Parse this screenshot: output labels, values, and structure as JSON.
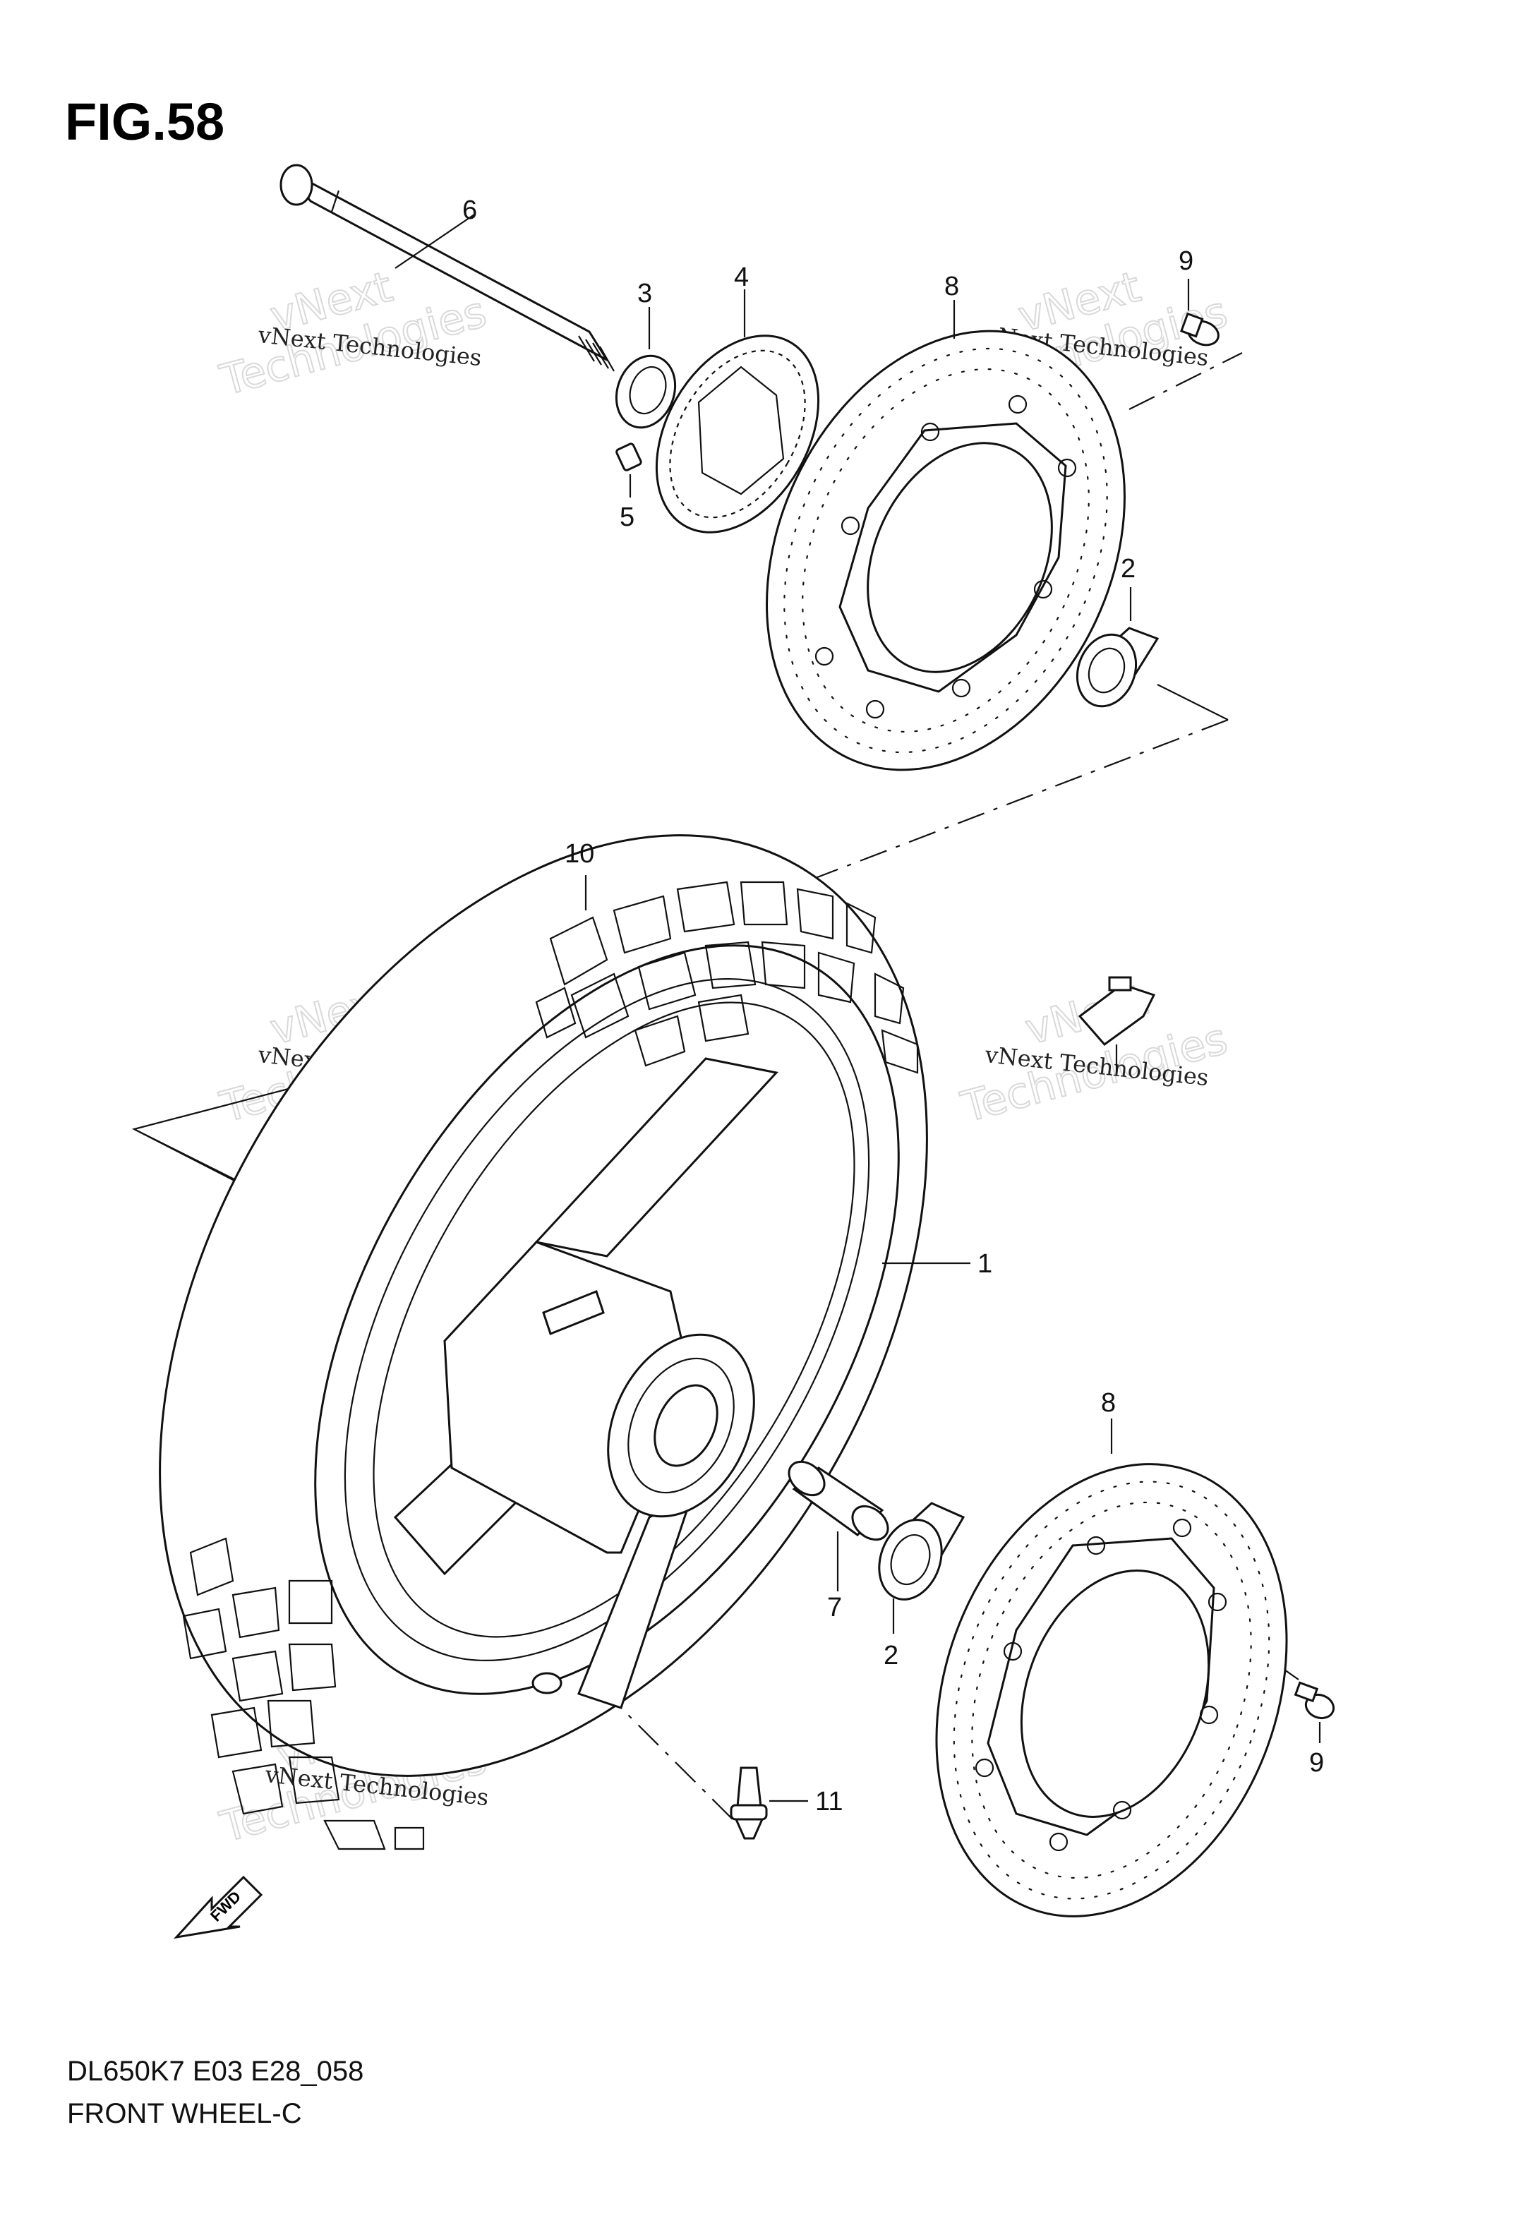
{
  "figure": {
    "title": "FIG.58"
  },
  "footer": {
    "model_code": "DL650K7 E03 E28_058",
    "caption": "FRONT WHEEL-C"
  },
  "watermark": {
    "company_line": "vNext Technologies",
    "brand_top": "vNext",
    "brand_bottom": "Technologies"
  },
  "callouts": {
    "c1": "1",
    "c2a": "2",
    "c2b": "2",
    "c3": "3",
    "c4": "4",
    "c5": "5",
    "c6": "6",
    "c7": "7",
    "c8a": "8",
    "c8b": "8",
    "c9a": "9",
    "c9b": "9",
    "c10": "10",
    "c11": "11"
  },
  "icons": {
    "direction": "fwd-arrow-icon"
  },
  "direction_label": "FWD"
}
